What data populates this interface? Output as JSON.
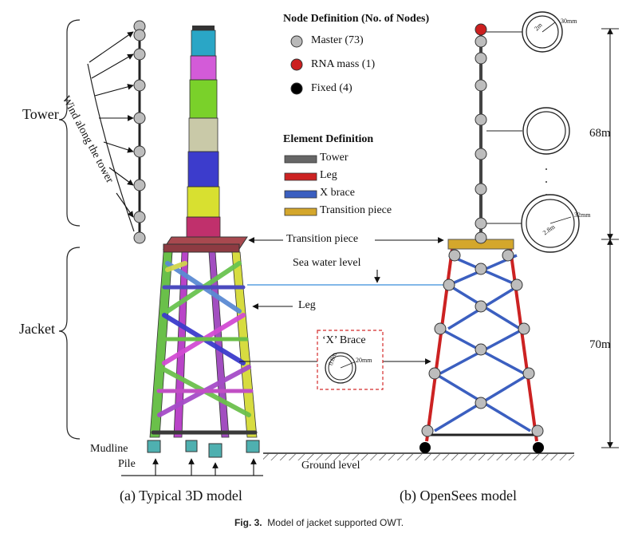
{
  "labels": {
    "tower": "Tower",
    "jacket": "Jacket",
    "wind": "Wind along the tower",
    "transition_piece": "Transition piece",
    "sea_water_level": "Sea water level",
    "leg": "Leg",
    "x_brace": "‘X’ Brace",
    "mudline": "Mudline",
    "pile": "Pile",
    "ground_level": "Ground level",
    "height_top": "68m",
    "height_bottom": "70m"
  },
  "node_legend": {
    "title": "Node Definition (No. of Nodes)",
    "items": [
      {
        "label": "Master (73)",
        "color": "#b9b9b9"
      },
      {
        "label": "RNA mass (1)",
        "color": "#cc1f1f"
      },
      {
        "label": "Fixed (4)",
        "color": "#000000"
      }
    ]
  },
  "element_legend": {
    "title": "Element Definition",
    "items": [
      {
        "label": "Tower",
        "color": "#666666"
      },
      {
        "label": "Leg",
        "color": "#cc2222"
      },
      {
        "label": "X brace",
        "color": "#3b5fc0"
      },
      {
        "label": "Transition piece",
        "color": "#d4a72c"
      }
    ]
  },
  "sections": {
    "top": {
      "d": "2m",
      "t": "30mm"
    },
    "bottom": {
      "d": "2.8m",
      "t": "32mm"
    },
    "brace": {
      "d": "0.8m",
      "t": "20mm"
    }
  },
  "subcaptions": {
    "a": "(a) Typical 3D model",
    "b": "(b) OpenSees model"
  },
  "caption": {
    "prefix": "Fig. 3.",
    "text": "Model of jacket supported OWT."
  }
}
